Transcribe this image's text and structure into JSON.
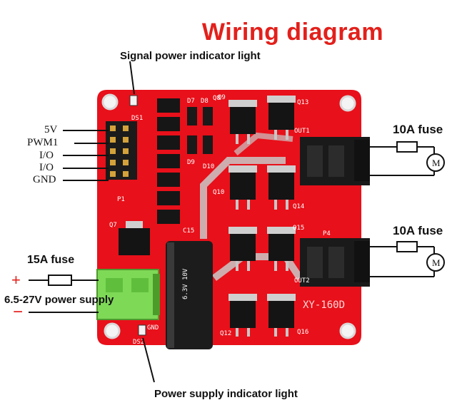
{
  "title": "Wiring diagram",
  "callouts": {
    "signal_light": "Signal power indicator light",
    "power_light": "Power supply indicator light"
  },
  "pins": [
    "5V",
    "PWM1",
    "I/O",
    "I/O",
    "GND"
  ],
  "supply": {
    "fuse": "15A fuse",
    "plus": "+",
    "range": "6.5-27V power supply",
    "minus": "−"
  },
  "outputs": [
    {
      "fuse": "10A fuse",
      "motor": "M"
    },
    {
      "fuse": "10A fuse",
      "motor": "M"
    }
  ],
  "board": {
    "model": "XY-160D",
    "ds1": "DS1",
    "ds2": "DS2",
    "p1": "P1",
    "p4": "P4",
    "q7": "Q7",
    "q8": "Q8",
    "q9": "Q9",
    "q10": "Q10",
    "q12": "Q12",
    "q13": "Q13",
    "q14": "Q14",
    "q15": "Q15",
    "q16": "Q16",
    "c15": "C15",
    "d7": "D7",
    "d8": "D8",
    "d9": "D9",
    "d10": "D10",
    "out1": "OUT1",
    "out2": "OUT2",
    "gnd": "GND",
    "cap_text": "6.3V 10V"
  },
  "colors": {
    "board": "#e8101a",
    "title": "#e3201b",
    "terminal": "#7ed957",
    "connector": "#1a1a1a"
  }
}
